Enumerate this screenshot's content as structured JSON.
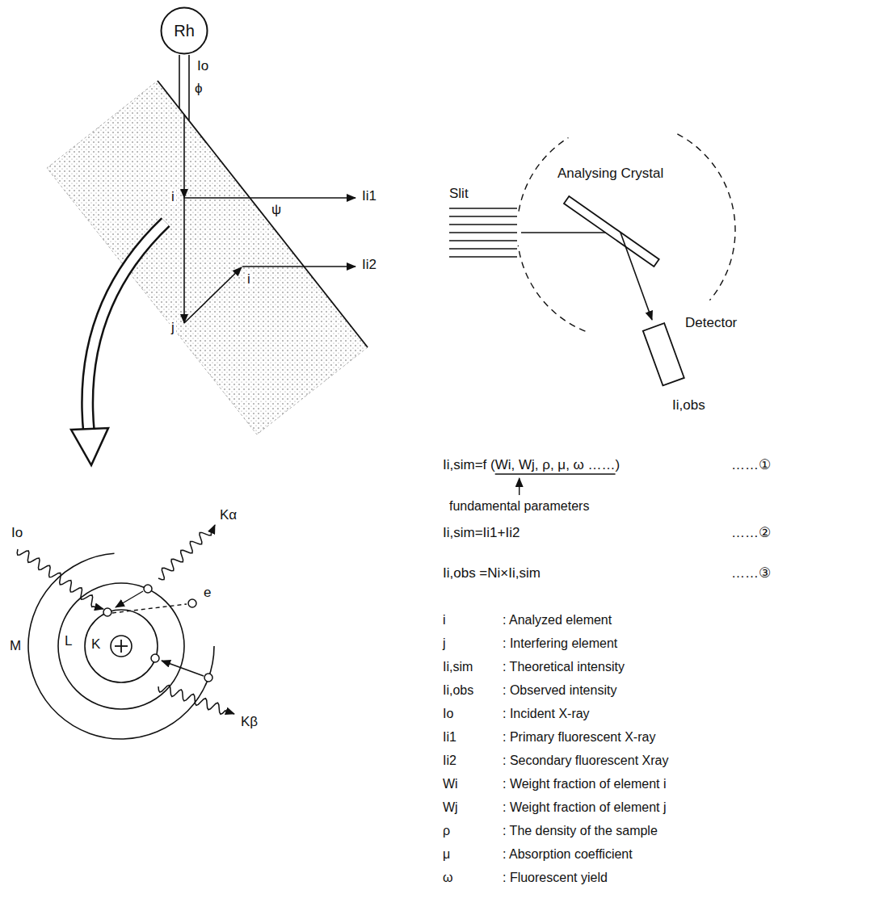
{
  "diagram": {
    "nodes": [
      {
        "text": [
          "Rh"
        ]
      },
      {
        "text": [
          "Detector"
        ]
      }
    ],
    "labels": [
      "Io",
      "ϕ",
      "i",
      "Ii1",
      "ψ",
      "i",
      "Ii2",
      "j",
      "Slit",
      "Analysing Crystal",
      "Ii,obs",
      "Io",
      "Kα",
      "e",
      "Kβ",
      "M",
      "L",
      "K",
      "Ii,sim=f (Wi, Wj, ρ, μ, ω ……)",
      "……①",
      "fundamental parameters",
      "Ii,sim=Ii1+Ii2",
      "……②",
      "Ii,obs =Ni×Ii,sim",
      "……③",
      "i",
      ": Analyzed element",
      "j",
      ": Interfering element",
      "Ii,sim",
      ": Theoretical intensity",
      "Ii,obs",
      ": Observed intensity",
      "Io",
      ": Incident X-ray",
      "Ii1",
      ": Primary fluorescent X-ray",
      "Ii2",
      ": Secondary fluorescent Xray",
      "Wi",
      ": Weight fraction of element i",
      "Wj",
      ": Weight fraction of element j",
      "ρ",
      ": The density of the sample",
      "μ",
      ": Absorption coefficient",
      "ω",
      ": Fluorescent yield"
    ]
  }
}
